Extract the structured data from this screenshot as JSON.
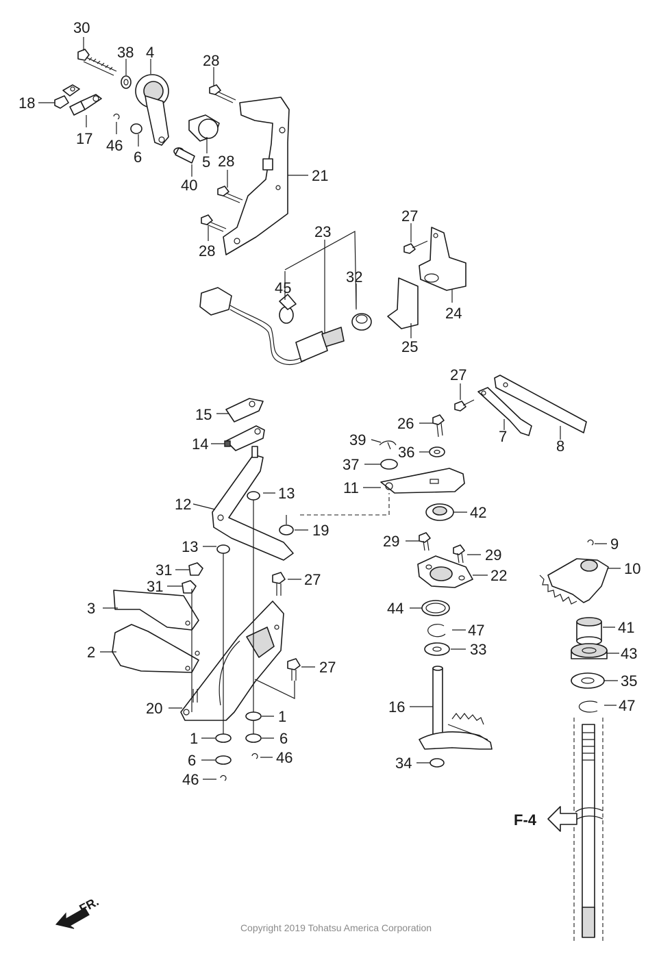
{
  "callouts": {
    "c30": "30",
    "c38": "38",
    "c4": "4",
    "c28a": "28",
    "c18": "18",
    "c17": "17",
    "c46a": "46",
    "c6a": "6",
    "c5": "5",
    "c40": "40",
    "c28b": "28",
    "c21": "21",
    "c28c": "28",
    "c27a": "27",
    "c23": "23",
    "c32": "32",
    "c45": "45",
    "c24": "24",
    "c25": "25",
    "c27b": "27",
    "c15": "15",
    "c14": "14",
    "c26": "26",
    "c7": "7",
    "c8": "8",
    "c39": "39",
    "c36": "36",
    "c37": "37",
    "c11": "11",
    "c13a": "13",
    "c12": "12",
    "c19": "19",
    "c42": "42",
    "c13b": "13",
    "c29a": "29",
    "c29b": "29",
    "c9": "9",
    "c31a": "31",
    "c27c": "27",
    "c22": "22",
    "c10": "10",
    "c31b": "31",
    "c3": "3",
    "c44": "44",
    "c41": "41",
    "c47a": "47",
    "c2": "2",
    "c33": "33",
    "c43": "43",
    "c27d": "27",
    "c35": "35",
    "c20": "20",
    "c47b": "47",
    "c1a": "1",
    "c16": "16",
    "c1b": "1",
    "c6b": "6",
    "c6c": "6",
    "c46b": "46",
    "c34": "34",
    "c46c": "46"
  },
  "reference": "F-4",
  "front_indicator": "FR.",
  "copyright": "Copyright 2019 Tohatsu America Corporation"
}
